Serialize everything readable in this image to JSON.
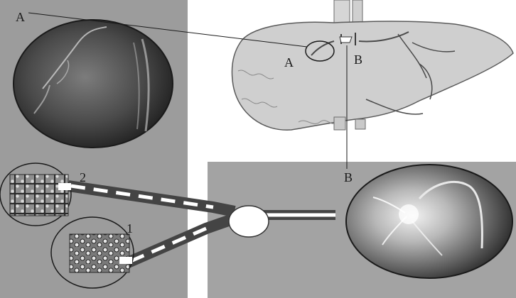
{
  "labels": {
    "a_outer": "A",
    "a_inner": "A",
    "b_inner": "B",
    "b_outer": "B",
    "one": "1",
    "two": "2"
  },
  "colors": {
    "panel_gray": "#9c9c9c",
    "panel_gray_right": "#a3a3a3",
    "liver_fill": "#cfcfcf",
    "liver_edge": "#5a5a5a",
    "tube": "#444444",
    "dash": "#ffffff",
    "vessel": "#3a3a3a"
  }
}
